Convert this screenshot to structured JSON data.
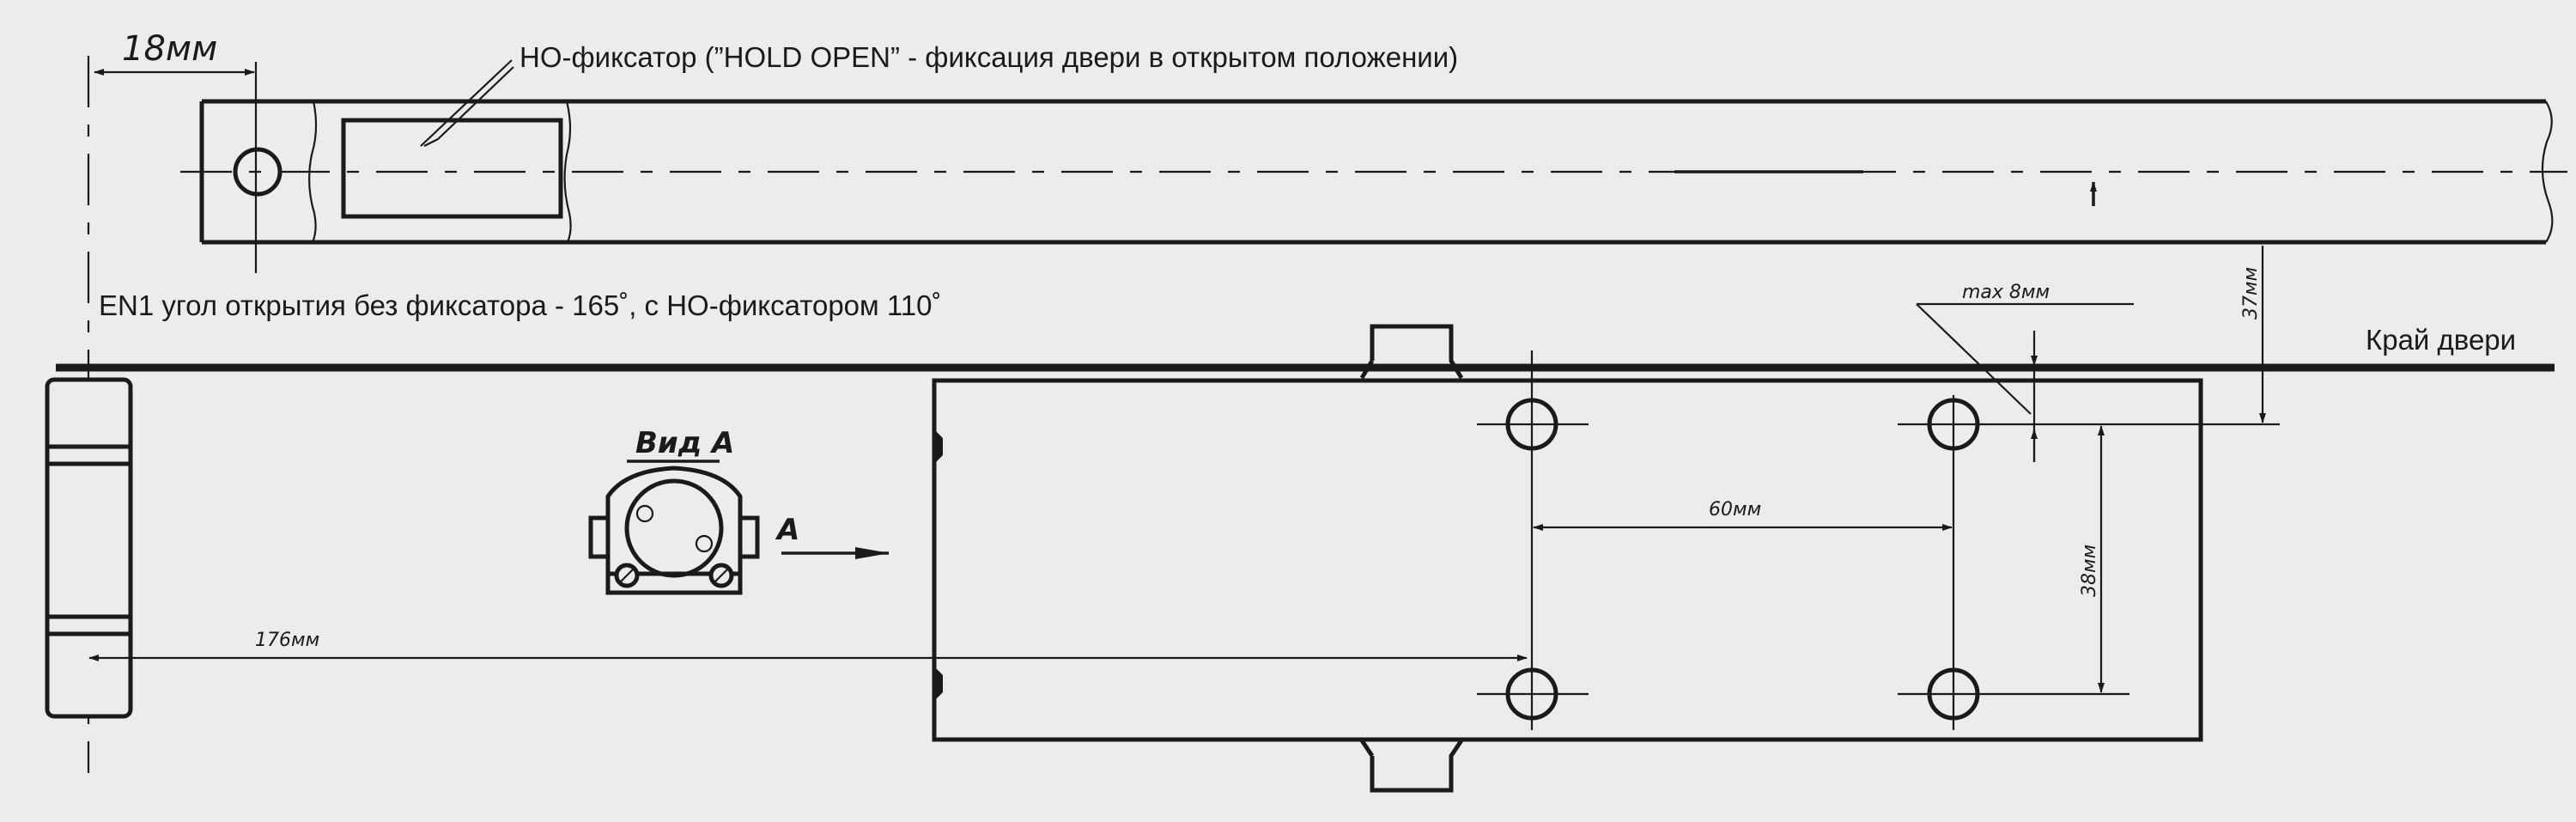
{
  "labels": {
    "dim_18": "18мм",
    "ho_label": "НО-фиксатор (”HOLD OPEN” - фиксация двери в открытом положении)",
    "en1_label": "EN1 угол открытия без фиксатора - 165˚, с НО-фиксатором 110˚",
    "door_edge": "Край двери",
    "max_8": "max 8мм",
    "dim_37": "37мм",
    "view_a": "Вид А",
    "arrow_a": "А",
    "dim_60": "60мм",
    "dim_38": "38мм",
    "dim_176": "176мм"
  },
  "colors": {
    "line": "#1a1a1a",
    "background": "#ececec"
  }
}
